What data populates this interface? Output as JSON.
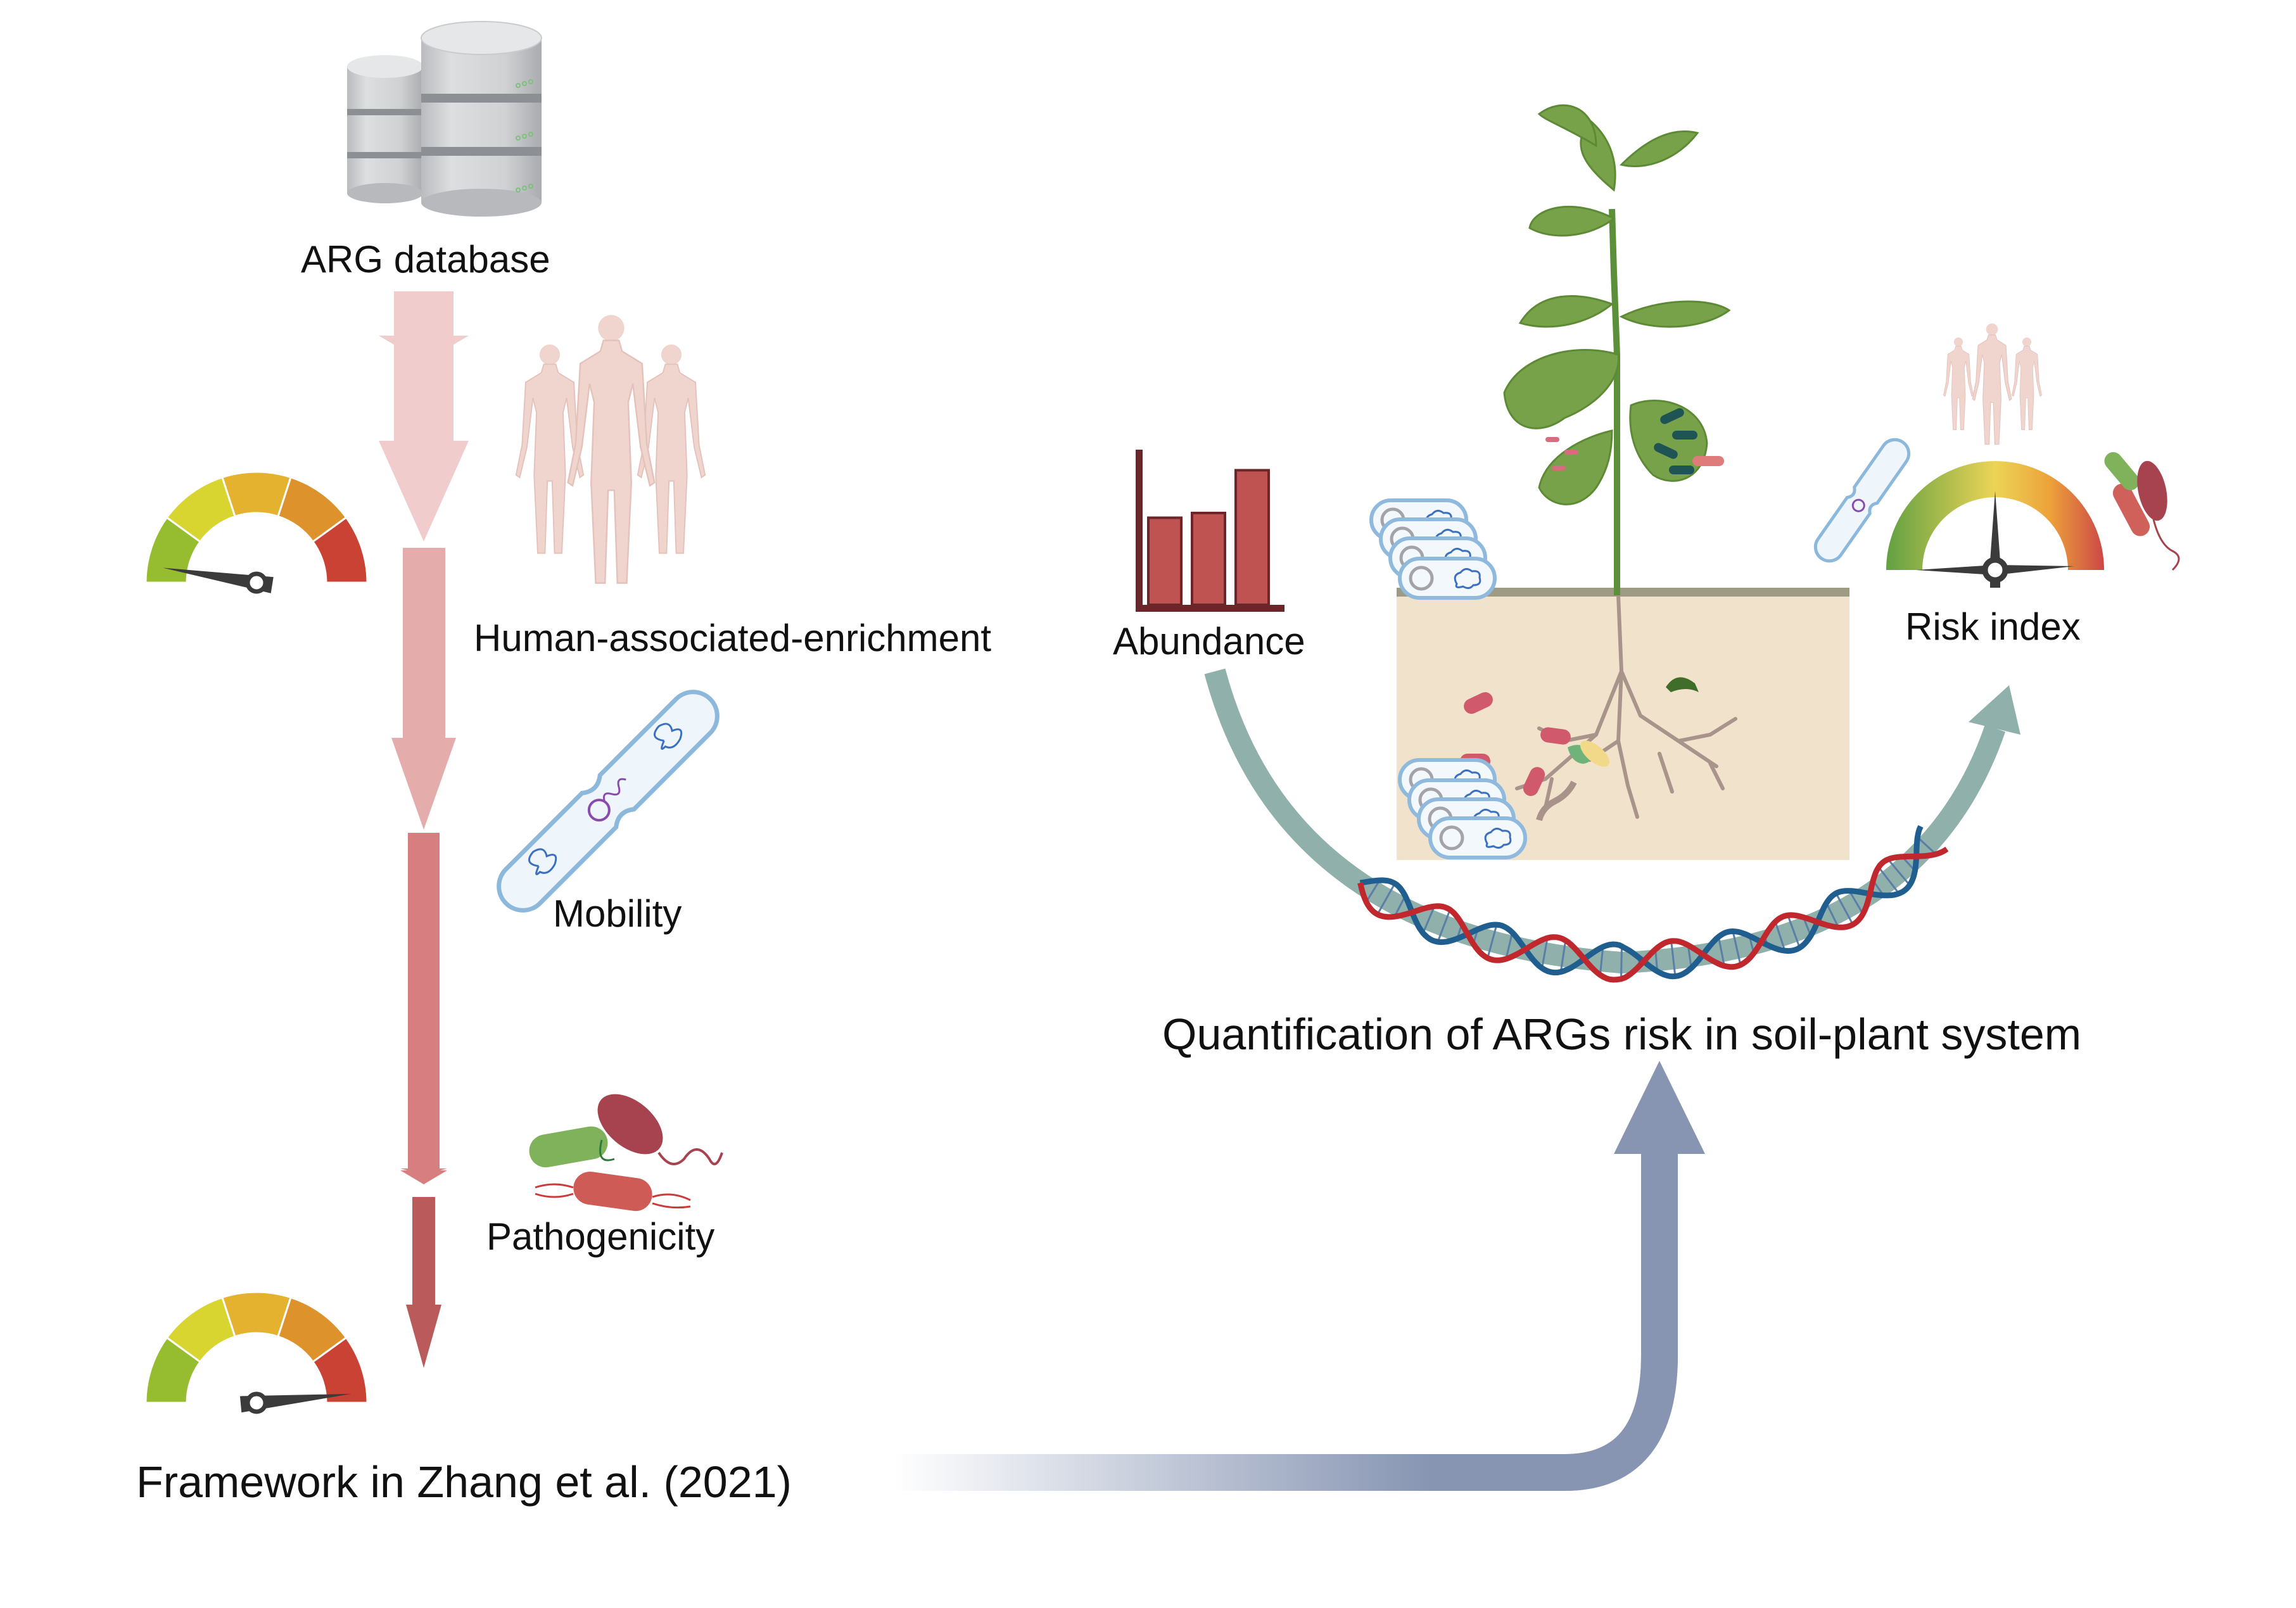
{
  "figure": {
    "title": "Quantification of ARGs risk in soil-plant system",
    "left_panel": {
      "source_label": "ARG database",
      "source_icon": "database-icon",
      "steps": [
        {
          "label": "Human-associated-enrichment",
          "icon": "human-figures-icon",
          "arrow_color": "#e5acac"
        },
        {
          "label": "Mobility",
          "icon": "mobile-bacterium-icon",
          "arrow_color": "#d77e80"
        },
        {
          "label": "Pathogenicity",
          "icon": "pathogen-bacteria-icon",
          "arrow_color": "#bb5a5b"
        }
      ],
      "first_arrow_color": "#f0cdcc",
      "gauge_top": {
        "icon": "risk-gauge-icon",
        "level": 0.05
      },
      "gauge_bottom": {
        "icon": "risk-gauge-icon",
        "level": 0.97
      },
      "framework_label": "Framework in Zhang et al. (2021)"
    },
    "right_panel": {
      "abundance_label": "Abundance",
      "abundance_bars": [
        0.55,
        0.58,
        0.85
      ],
      "risk_label": "Risk index",
      "risk_gauge_level": 0.5,
      "cycle_arrow_color": "#8fb0ab",
      "connector_arrow_color": "#8795b3",
      "soil_color": "#f1e2cc",
      "soil_surface_color": "#9e9b85"
    },
    "gauge_colors": [
      "#96bc2f",
      "#d8d430",
      "#e4b22f",
      "#de922b",
      "#c94234"
    ],
    "bar_fill": "#bf5351",
    "bar_axis": "#6b2629",
    "dna_colors": {
      "strand_a": "#c1282e",
      "strand_b": "#1f5e8e"
    }
  }
}
